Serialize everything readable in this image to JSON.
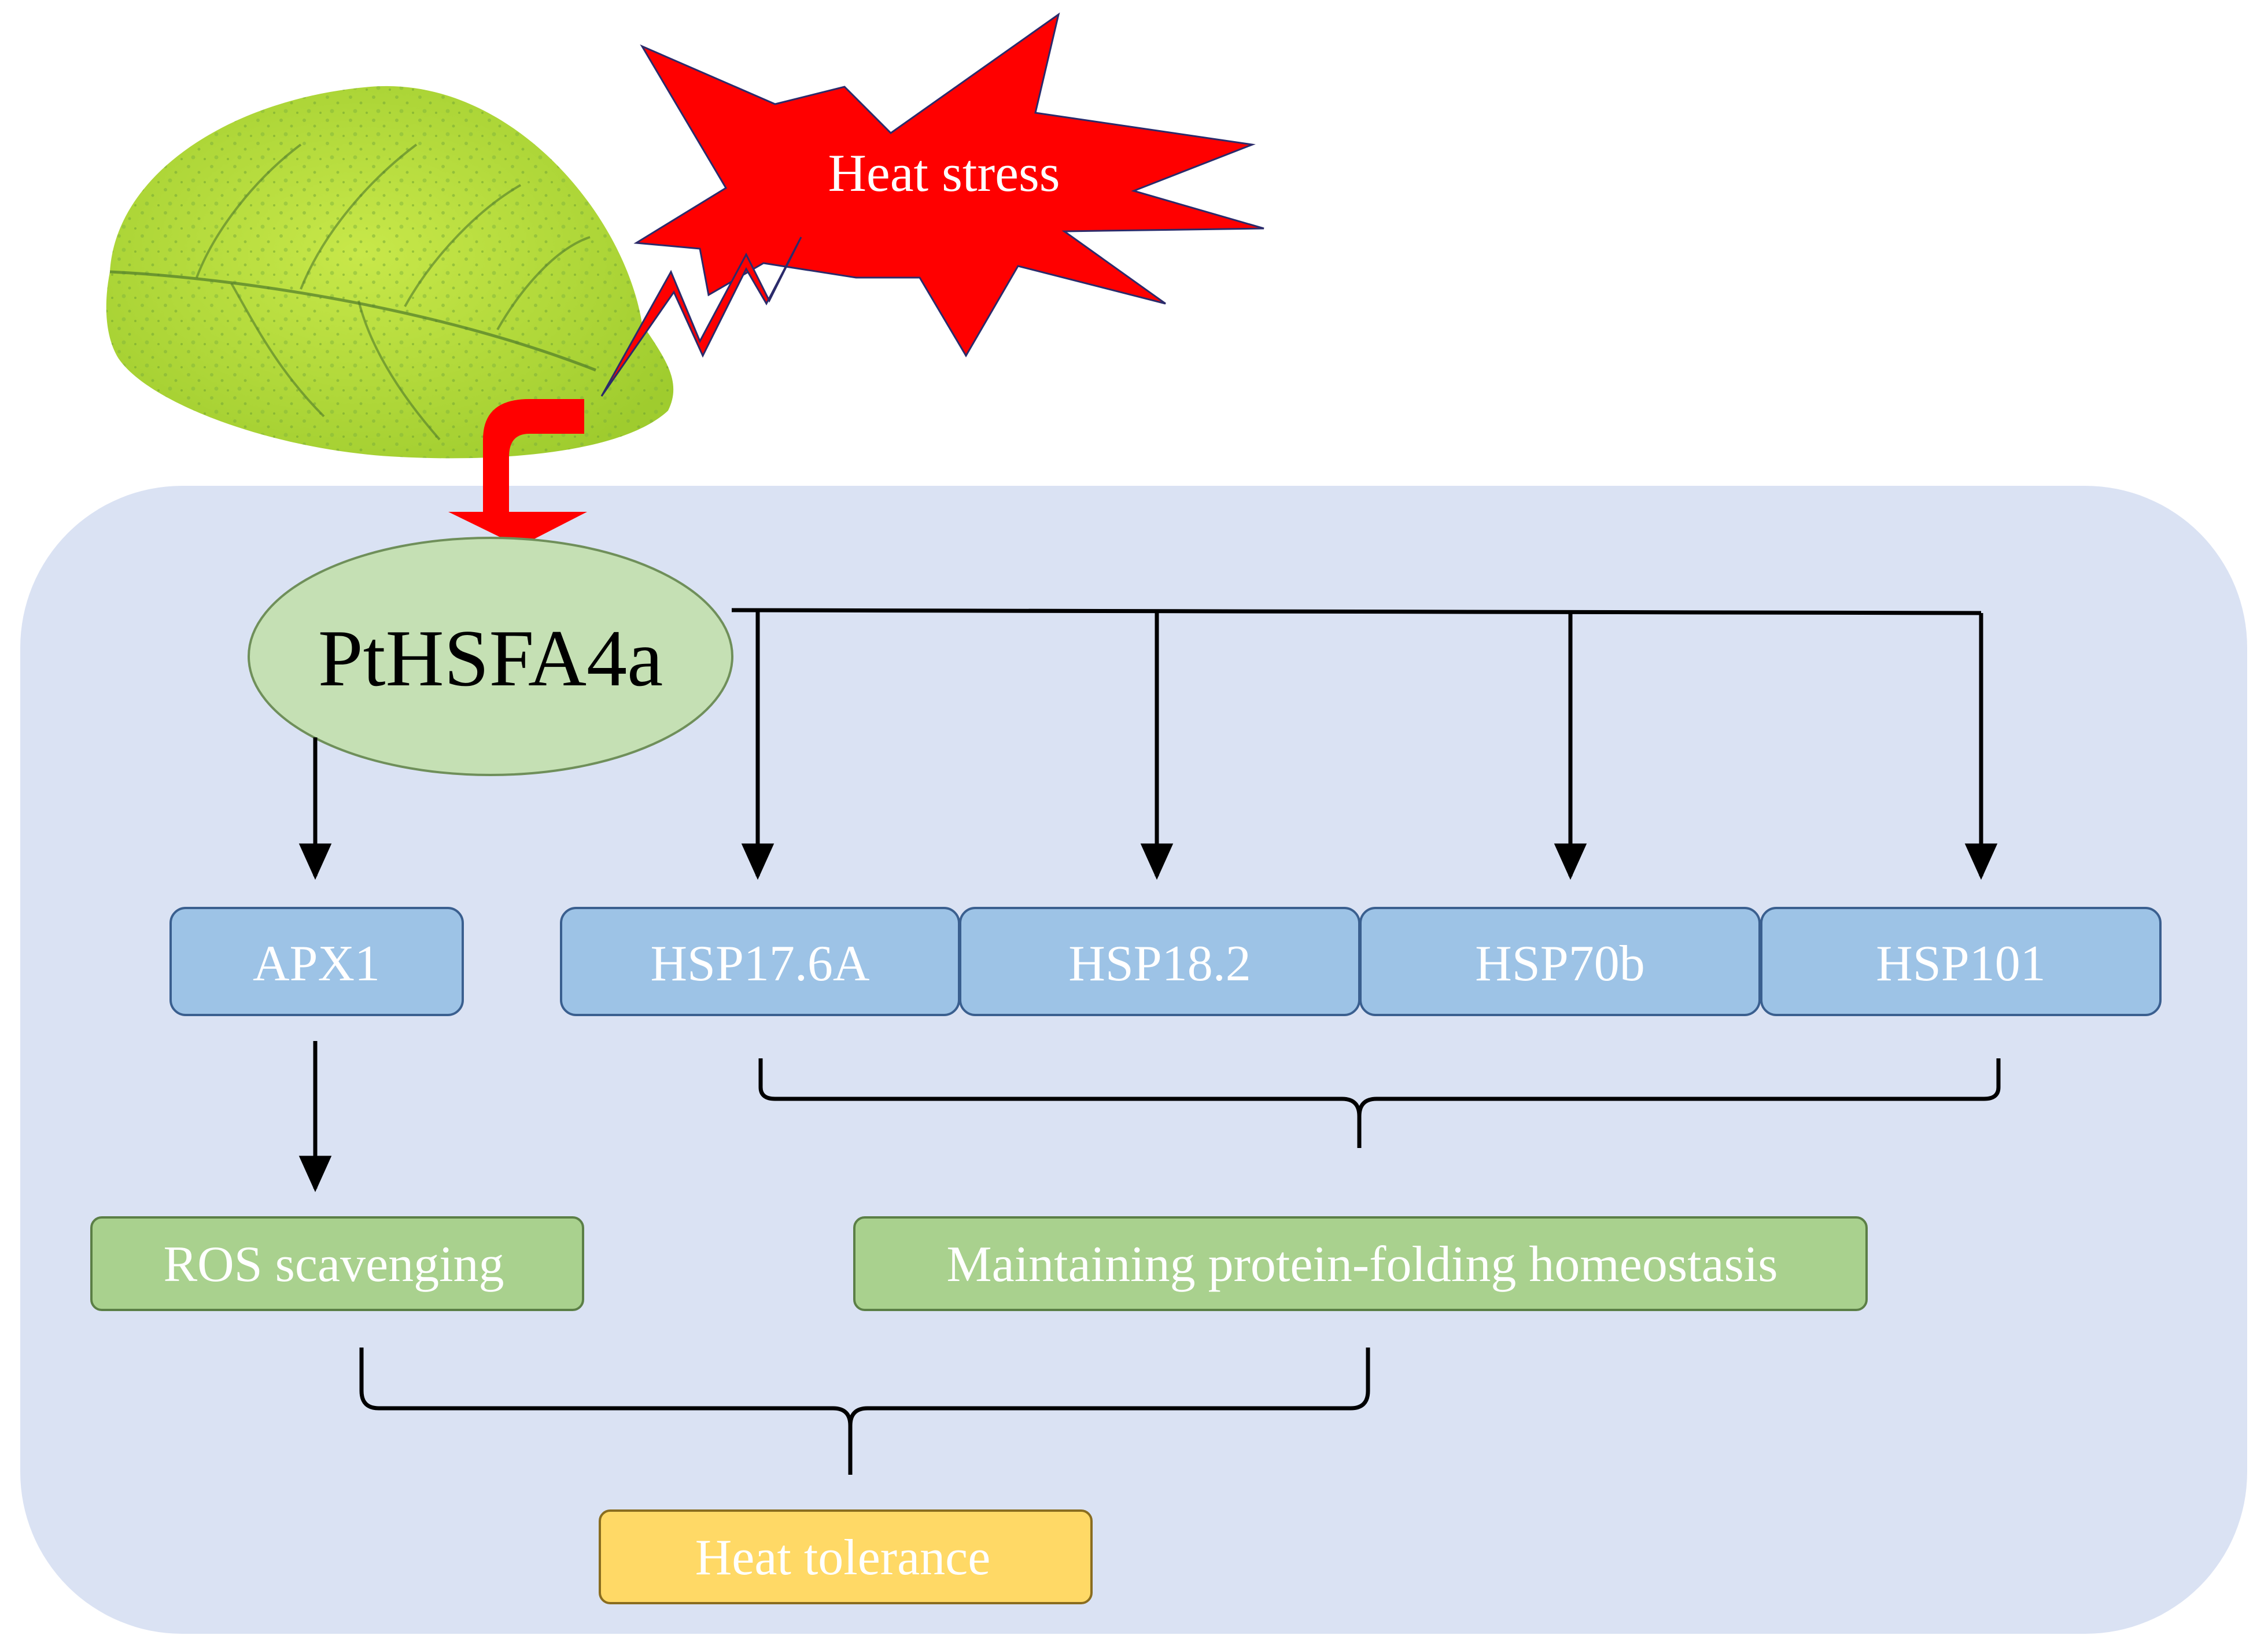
{
  "trigger": {
    "label": "Heat stress"
  },
  "regulator": {
    "label": "PtHSFA4a"
  },
  "genes": {
    "apx1": "APX1",
    "hsp17": "HSP17.6A",
    "hsp18": "HSP18.2",
    "hsp70": "HSP70b",
    "hsp101": "HSP101"
  },
  "processes": {
    "ros": "ROS scavenging",
    "folding": "Maintaining protein-folding homeostasis"
  },
  "outcome": {
    "label": "Heat tolerance"
  },
  "colors": {
    "panel": "#dae2f3",
    "leaf": "#b5dc3f",
    "burst": "#ff0000",
    "regulator": "#c5e0b4",
    "gene_box": "#9dc3e6",
    "process_box": "#a9d18e",
    "outcome_box": "#ffd966"
  }
}
